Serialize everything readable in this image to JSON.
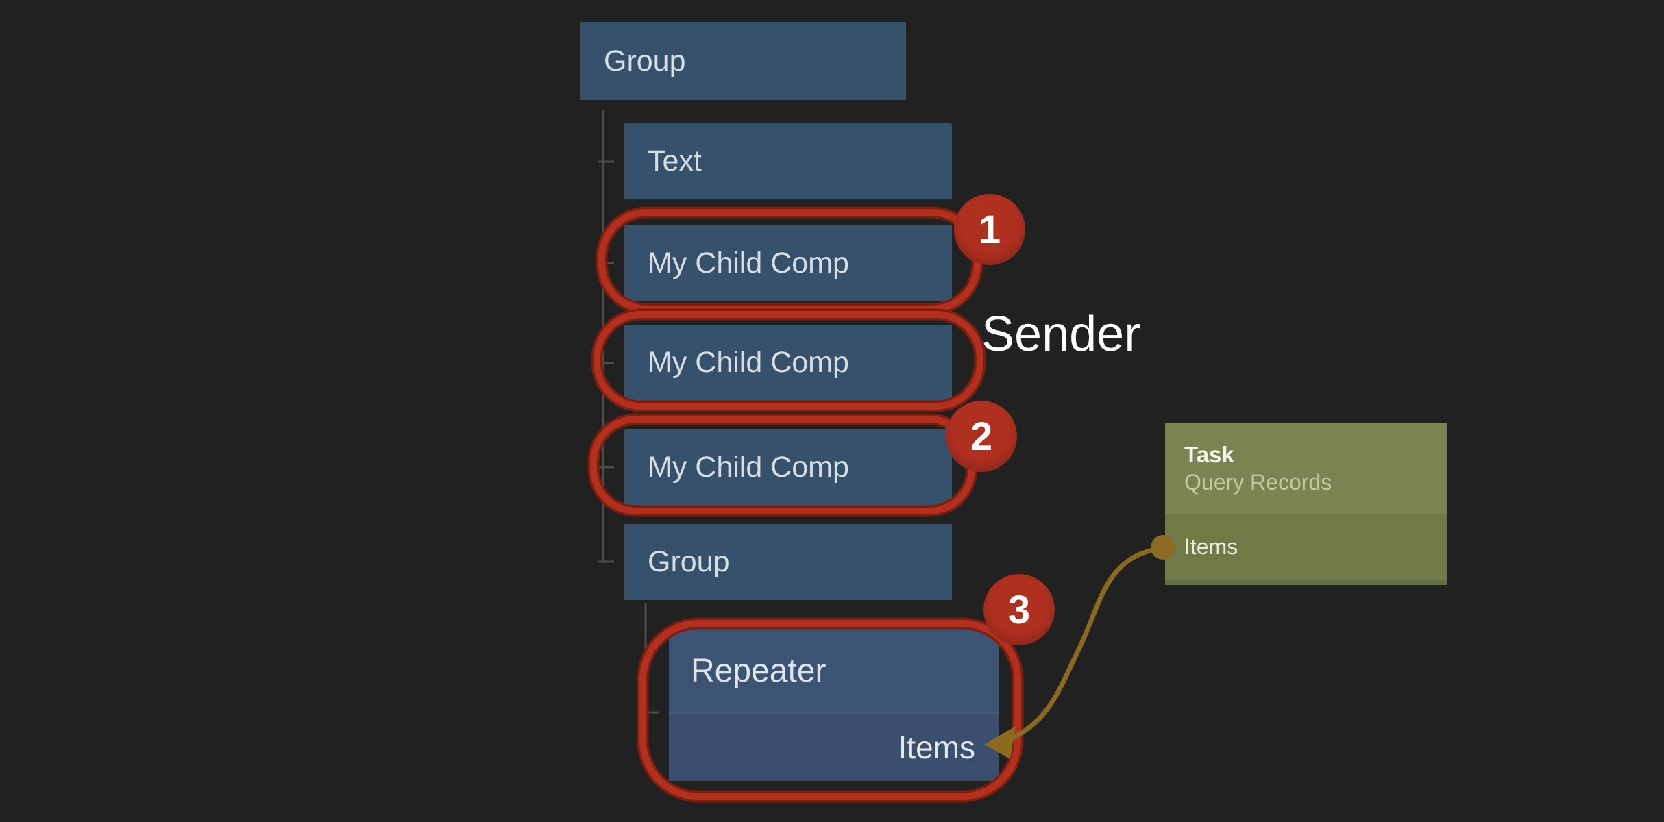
{
  "tree": {
    "nodes": [
      {
        "id": "group-root",
        "label": "Group"
      },
      {
        "id": "text",
        "label": "Text"
      },
      {
        "id": "child-1",
        "label": "My Child Comp"
      },
      {
        "id": "child-2",
        "label": "My Child Comp"
      },
      {
        "id": "child-3",
        "label": "My Child Comp"
      },
      {
        "id": "group-nested",
        "label": "Group"
      },
      {
        "id": "repeater",
        "label": "Repeater",
        "input_port": "Items"
      }
    ]
  },
  "task_card": {
    "title": "Task",
    "subtitle": "Query Records",
    "output_port": "Items"
  },
  "annotations": {
    "badges": [
      {
        "label": "1"
      },
      {
        "label": "2"
      },
      {
        "label": "3"
      }
    ],
    "sender_label": "Sender"
  },
  "connection": {
    "from": "Task Items",
    "to": "Repeater Items"
  },
  "colors": {
    "background": "#212121",
    "node_fill": "#36516b",
    "repeater_header_fill": "#3d5373",
    "repeater_body_fill": "#3a4e6d",
    "annotation_red": "#b03020",
    "annotation_red_dark": "#7d1f10",
    "task_header_green": "#7a8450",
    "task_body_green": "#6f7a47",
    "wire_gold": "#8a6a1e",
    "tree_line_gray": "#4d4d4d"
  }
}
